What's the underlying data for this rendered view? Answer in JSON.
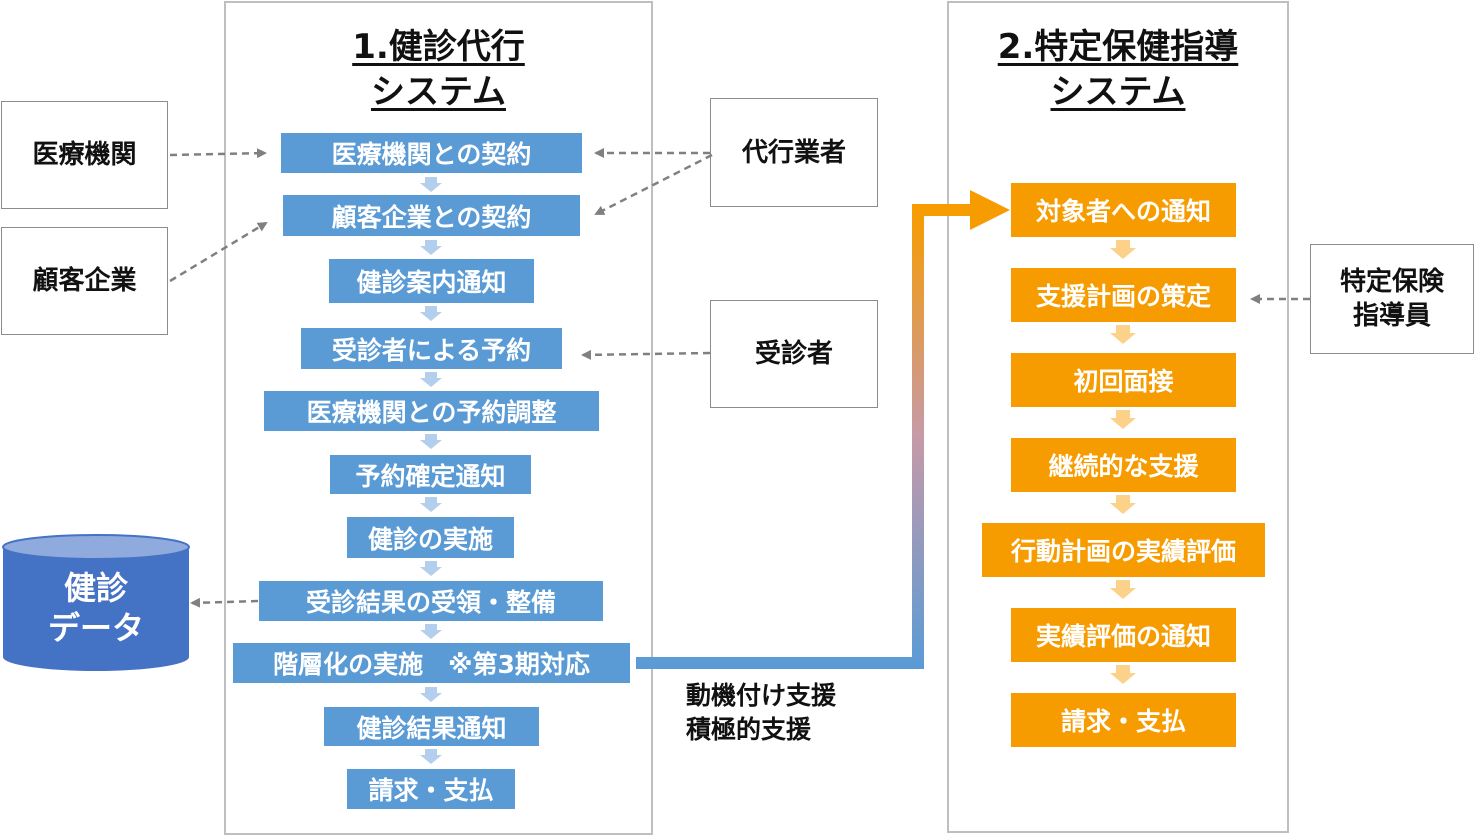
{
  "system1": {
    "title": "1.健診代行\nシステム",
    "steps": [
      "医療機関との契約",
      "顧客企業との契約",
      "健診案内通知",
      "受診者による予約",
      "医療機関との予約調整",
      "予約確定通知",
      "健診の実施",
      "受診結果の受領・整備",
      "階層化の実施　※第3期対応",
      "健診結果通知",
      "請求・支払"
    ]
  },
  "system2": {
    "title": "2.特定保健指導\nシステム",
    "steps": [
      "対象者への通知",
      "支援計画の策定",
      "初回面接",
      "継続的な支援",
      "行動計画の実績評価",
      "実績評価の通知",
      "請求・支払"
    ]
  },
  "actors": {
    "medical": "医療機関",
    "client": "顧客企業",
    "agent": "代行業者",
    "examinee": "受診者",
    "instructor": "特定保険\n指導員"
  },
  "database": {
    "label": "健診\nデータ"
  },
  "connector": {
    "label": "動機付け支援\n積極的支援"
  },
  "colors": {
    "blue_step": "#5b9bd5",
    "orange_step": "#f79c00",
    "database": "#4472c4",
    "database_top": "#8faadc"
  }
}
